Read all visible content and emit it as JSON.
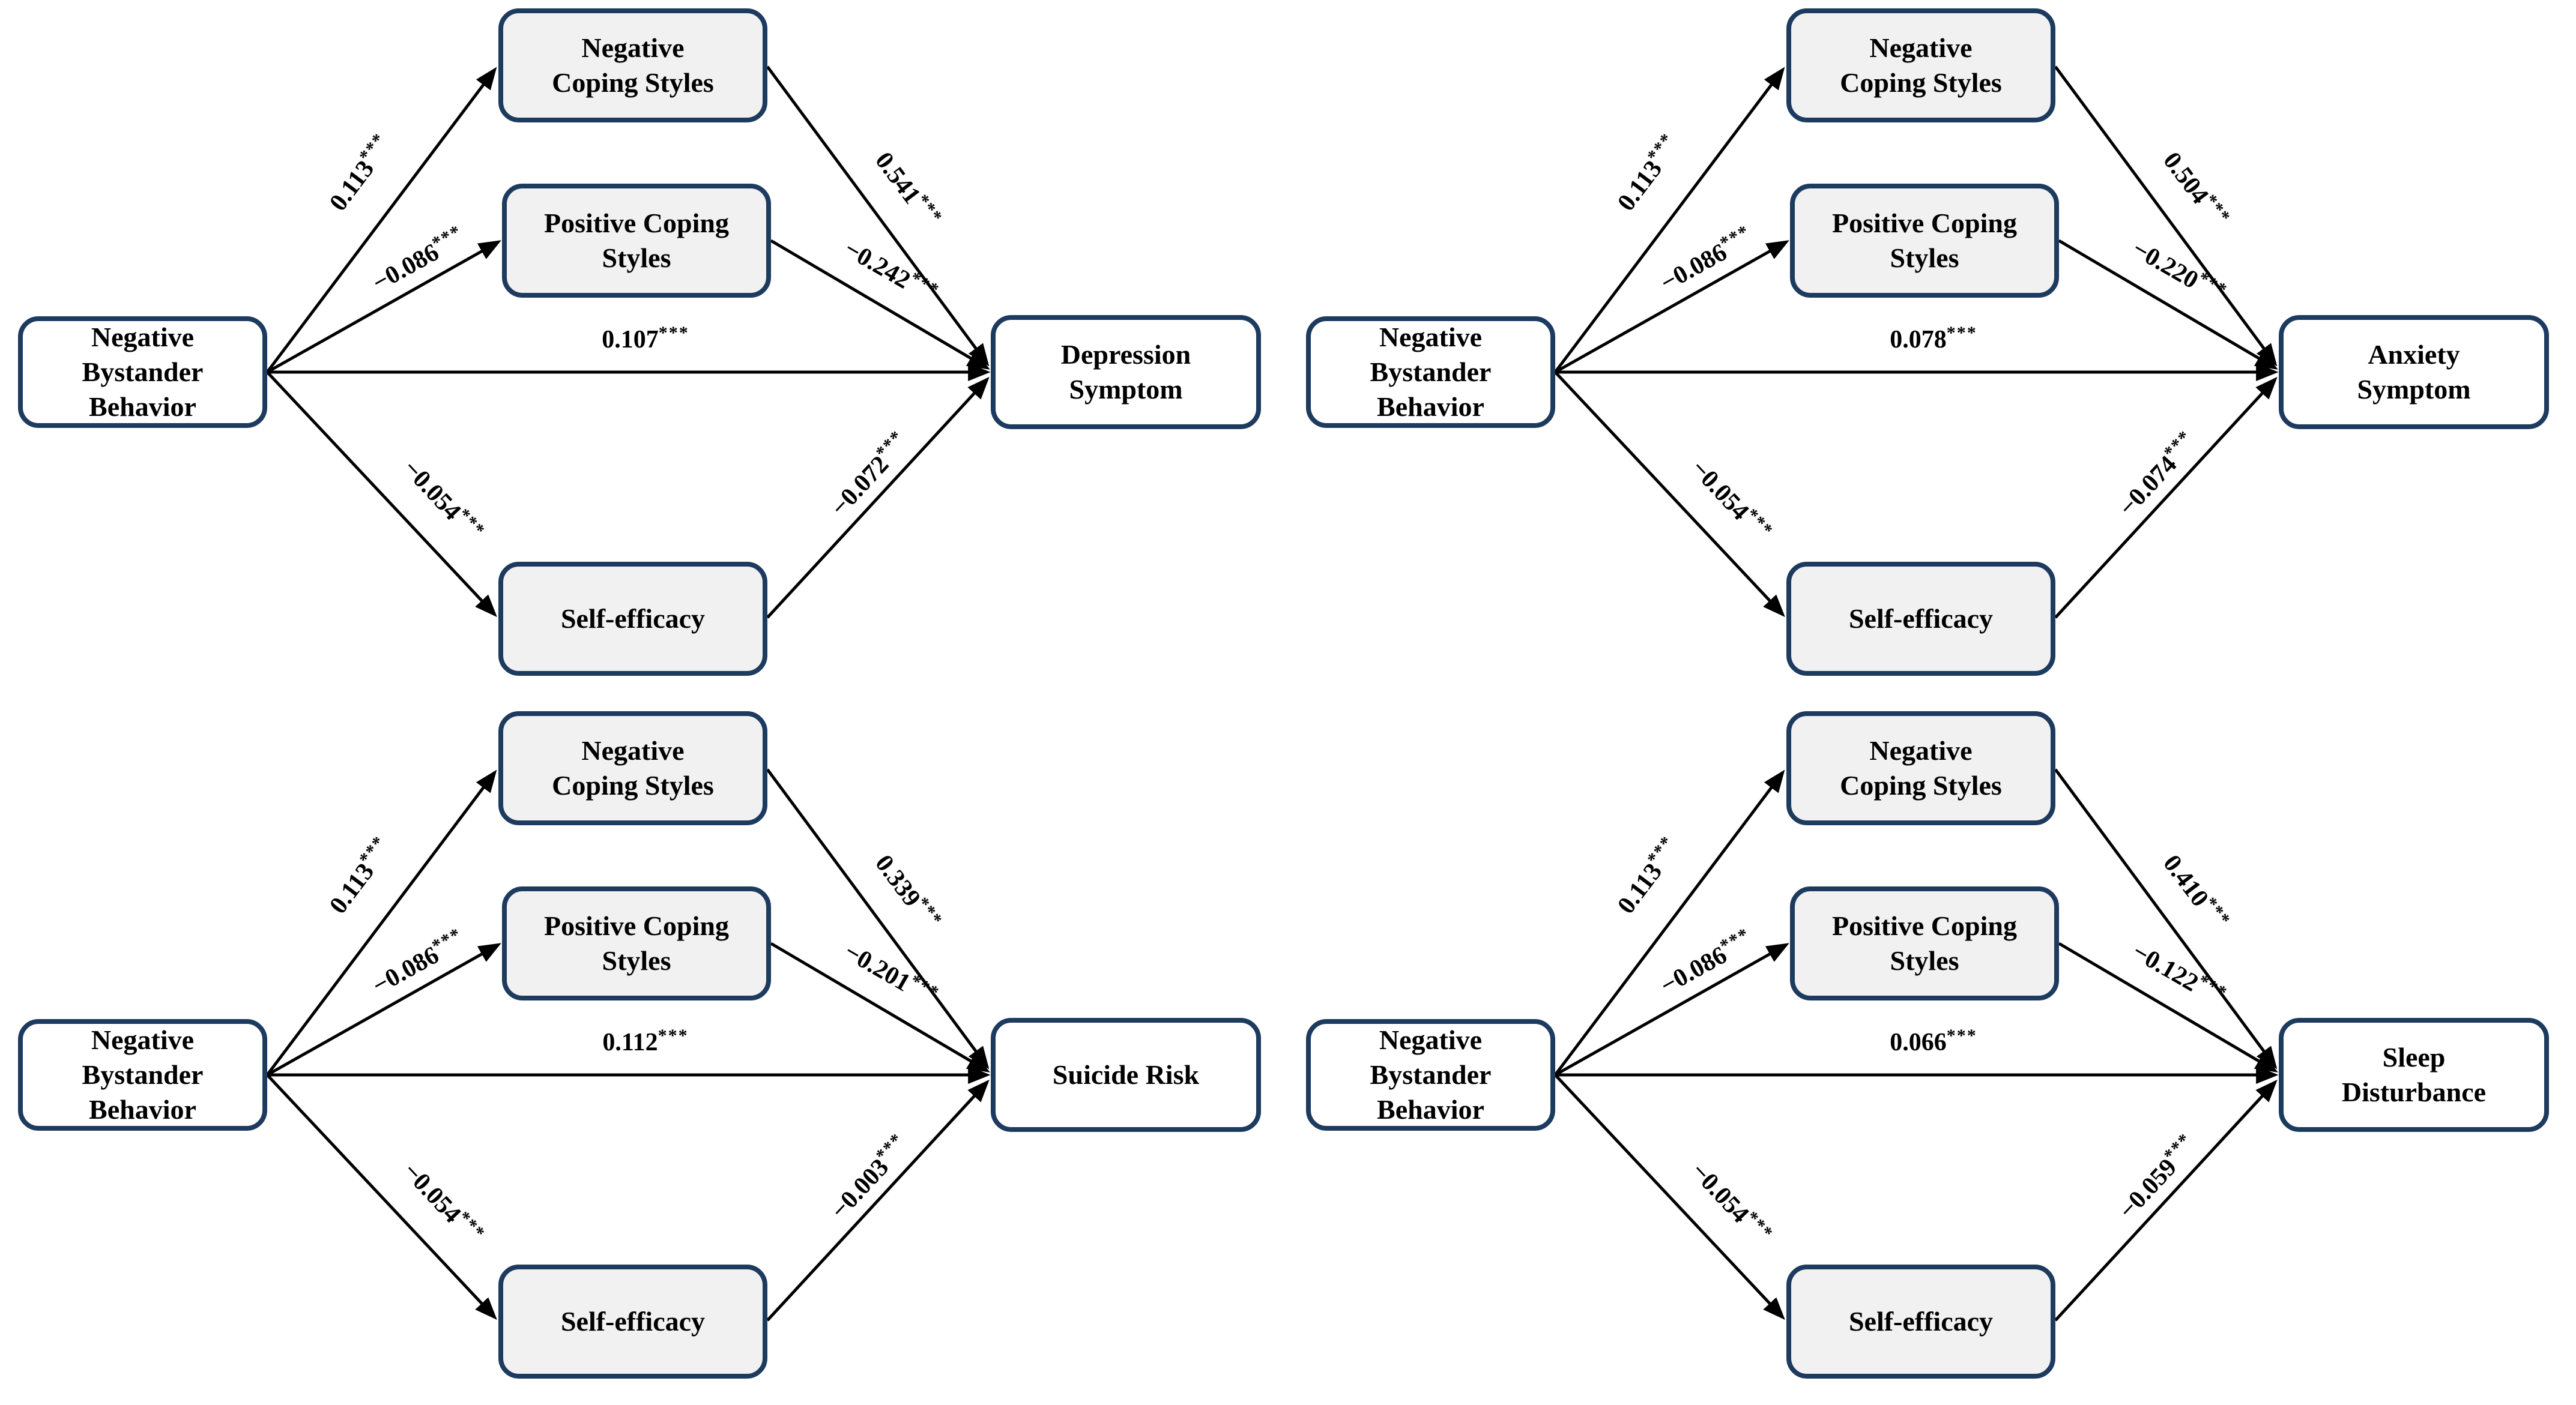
{
  "sig_stars": "***",
  "palette": {
    "node_border": "#1d3a5f",
    "mediator_fill": "#f1f1f1",
    "endpoint_fill": "#ffffff",
    "edge_color": "#000000",
    "text_color": "#000000",
    "background": "#ffffff"
  },
  "shared_nodes": {
    "predictor": {
      "line1": "Negative",
      "line2": "Bystander",
      "line3": "Behavior"
    },
    "mediator_negative_coping": {
      "line1": "Negative",
      "line2": "Coping Styles"
    },
    "mediator_positive_coping": {
      "line1": "Positive Coping",
      "line2": "Styles"
    },
    "mediator_self_efficacy": {
      "line1": "Self-efficacy"
    }
  },
  "panels": [
    {
      "id": "depression",
      "outcome": {
        "line1": "Depression",
        "line2": "Symptom"
      },
      "coefficients": {
        "nbb_to_ncs": "0.113",
        "nbb_to_pcs": "−0.086",
        "direct": "0.107",
        "nbb_to_se": "−0.054",
        "ncs_to_outcome": "0.541",
        "pcs_to_outcome": "−0.242",
        "se_to_outcome": "−0.072"
      }
    },
    {
      "id": "anxiety",
      "outcome": {
        "line1": "Anxiety",
        "line2": "Symptom"
      },
      "coefficients": {
        "nbb_to_ncs": "0.113",
        "nbb_to_pcs": "−0.086",
        "direct": "0.078",
        "nbb_to_se": "−0.054",
        "ncs_to_outcome": "0.504",
        "pcs_to_outcome": "−0.220",
        "se_to_outcome": "−0.074"
      }
    },
    {
      "id": "suicide-risk",
      "outcome": {
        "line1": "Suicide Risk"
      },
      "coefficients": {
        "nbb_to_ncs": "0.113",
        "nbb_to_pcs": "−0.086",
        "direct": "0.112",
        "nbb_to_se": "−0.054",
        "ncs_to_outcome": "0.339",
        "pcs_to_outcome": "−0.201",
        "se_to_outcome": "−0.003"
      }
    },
    {
      "id": "sleep-disturbance",
      "outcome": {
        "line1": "Sleep",
        "line2": "Disturbance"
      },
      "coefficients": {
        "nbb_to_ncs": "0.113",
        "nbb_to_pcs": "−0.086",
        "direct": "0.066",
        "nbb_to_se": "−0.054",
        "ncs_to_outcome": "0.410",
        "pcs_to_outcome": "−0.122",
        "se_to_outcome": "−0.059"
      }
    }
  ]
}
